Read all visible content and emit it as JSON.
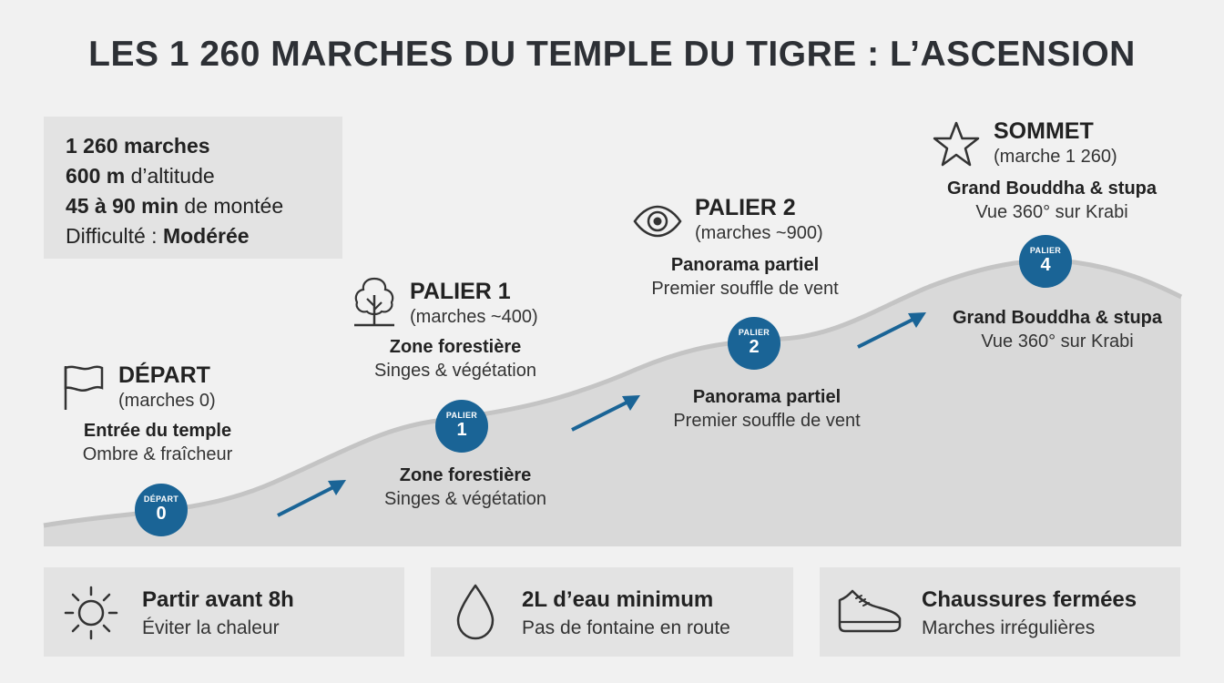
{
  "title": "LES 1 260 MARCHES DU TEMPLE DU TIGRE : L’ASCENSION",
  "facts": {
    "line1_bold": "1 260 marches",
    "line2_bold": "600 m",
    "line2_rest": " d’altitude",
    "line3_bold": "45 à 90 min",
    "line3_rest": " de montée",
    "line4_rest": "Difficulté : ",
    "line4_bold": "Modérée"
  },
  "stages": [
    {
      "title": "DÉPART",
      "steps": "(marches 0)",
      "desc_bold": "Entrée du temple",
      "desc": "Ombre & fraîcheur",
      "icon": "flag-icon"
    },
    {
      "title": "PALIER 1",
      "steps": "(marches ~400)",
      "desc_bold": "Zone forestière",
      "desc": "Singes & végétation",
      "icon": "tree-icon"
    },
    {
      "title": "PALIER 2",
      "steps": "(marches ~900)",
      "desc_bold": "Panorama partiel",
      "desc": "Premier souffle de vent",
      "icon": "eye-icon"
    },
    {
      "title": "SOMMET",
      "steps": "(marche 1 260)",
      "desc_bold": "Grand Bouddha & stupa",
      "desc": "Vue 360° sur Krabi",
      "icon": "star-icon"
    }
  ],
  "path_labels": [
    {
      "bold": "Zone forestière",
      "text": "Singes & végétation"
    },
    {
      "bold": "Panorama partiel",
      "text": "Premier souffle de vent"
    },
    {
      "bold": "Grand Bouddha & stupa",
      "text": "Vue 360° sur Krabi"
    }
  ],
  "markers": [
    {
      "label": "DÉPART",
      "num": "0"
    },
    {
      "label": "PALIER",
      "num": "1"
    },
    {
      "label": "PALIER",
      "num": "2"
    },
    {
      "label": "PALIER",
      "num": "4"
    }
  ],
  "tips": [
    {
      "title": "Partir avant 8h",
      "sub": "Éviter la chaleur",
      "icon": "sun-icon"
    },
    {
      "title": "2L d’eau minimum",
      "sub": "Pas de fontaine en route",
      "icon": "water-drop-icon"
    },
    {
      "title": "Chaussures fermées",
      "sub": "Marches irrégulières",
      "icon": "shoe-icon"
    }
  ],
  "colors": {
    "accent": "#1a6496",
    "mountain": "#d9d9d9",
    "ridge": "#c4c4c4",
    "panel": "#e3e3e3"
  }
}
